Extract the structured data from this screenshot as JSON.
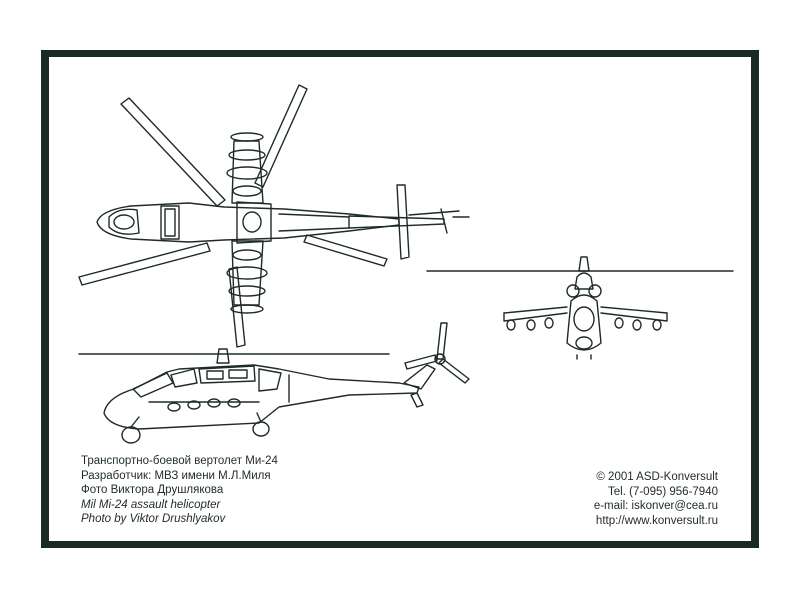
{
  "caption": {
    "ru_title": "Транспортно-боевой вертолет Ми-24",
    "ru_developer": "Разработчик: МВЗ имени М.Л.Миля",
    "ru_photo": "Фото Виктора Друшлякова",
    "en_title": "Mil Mi-24 assault helicopter",
    "en_photo": "Photo by Viktor Drushlyakov"
  },
  "publisher": {
    "copyright": "© 2001 ASD-Konversult",
    "tel": "Tel. (7-095) 956-7940",
    "email": "e-mail: iskonver@cea.ru",
    "url": "http://www.konversult.ru"
  },
  "colors": {
    "frame": "#1a2a26",
    "ink": "#1f2b28",
    "paper": "#ffffff"
  }
}
